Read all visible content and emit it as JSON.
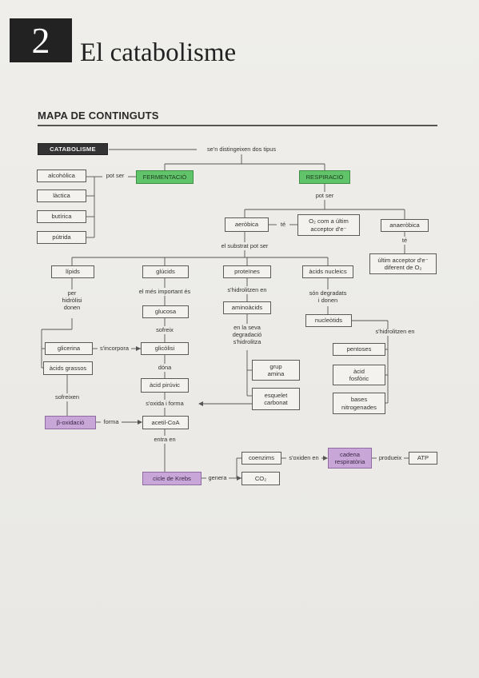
{
  "chapter": {
    "number": "2",
    "title": "El catabolisme"
  },
  "section": {
    "title": "MAPA DE CONTINGUTS"
  },
  "diagram": {
    "nodes": {
      "catabolisme": "CATABOLISME",
      "alcoholica": "alcohòlica",
      "lactica": "làctica",
      "butirica": "butírica",
      "putrida": "pútrida",
      "fermentacio": "FERMENTACIÓ",
      "respiracio": "RESPIRACIÓ",
      "aerobica": "aeròbica",
      "o2_acceptor": "O₂ com a últim\nacceptor d'e⁻",
      "anaerobica": "anaeròbica",
      "ultim_acceptor": "últim acceptor d'e⁻\ndiferent de O₂",
      "lipids": "lípids",
      "glucids": "glúcids",
      "proteines": "proteïnes",
      "acids_nucleics": "àcids nucleics",
      "glucosa": "glucosa",
      "aminoacids": "aminoàcids",
      "nucleotids": "nucleòtids",
      "glicerina": "glicerina",
      "glicolisi": "glicòlisi",
      "acids_grassos": "àcids grassos",
      "pentoses": "pentoses",
      "grup_amina": "grup\namina",
      "acid_fosforic": "àcid\nfosfòric",
      "acid_piruvic": "àcid pirúvic",
      "esquelet_carbonat": "esquelet\ncarbonat",
      "bases_nitrogenades": "bases\nnitrogenades",
      "beta_oxidacio": "β-oxidació",
      "acetil_coa": "acetil-CoA",
      "coenzims": "coenzims",
      "cadena_respiratoria": "cadena\nrespiratòria",
      "atp": "ATP",
      "cicle_krebs": "cicle de Krebs",
      "co2": "CO₂"
    },
    "labels": {
      "es_distingeixen": "se'n distingeixen dos tipus",
      "pot_ser_1": "pot ser",
      "pot_ser_2": "pot ser",
      "te_1": "té",
      "te_2": "té",
      "substrat": "el substrat pot ser",
      "per_hidrolisi": "per\nhidròlisi\ndonen",
      "mes_important": "el més important és",
      "shidrolitzen_en_1": "s'hidrolitzen en",
      "son_degradats": "són degradats\ni donen",
      "sofreix": "sofreix",
      "seva_degradacio": "en la seva\ndegradació\ns'hidrolitza",
      "shidrolitzen_en_2": "s'hidrolitzen en",
      "sincorpora": "s'incorpora",
      "dona": "dóna",
      "sofreixen": "sofreixen",
      "soxida_forma": "s'oxida i forma",
      "forma": "forma",
      "entra_en": "entra en",
      "soxiden_en": "s'oxiden en",
      "produeix": "produeix",
      "genera": "genera"
    }
  }
}
